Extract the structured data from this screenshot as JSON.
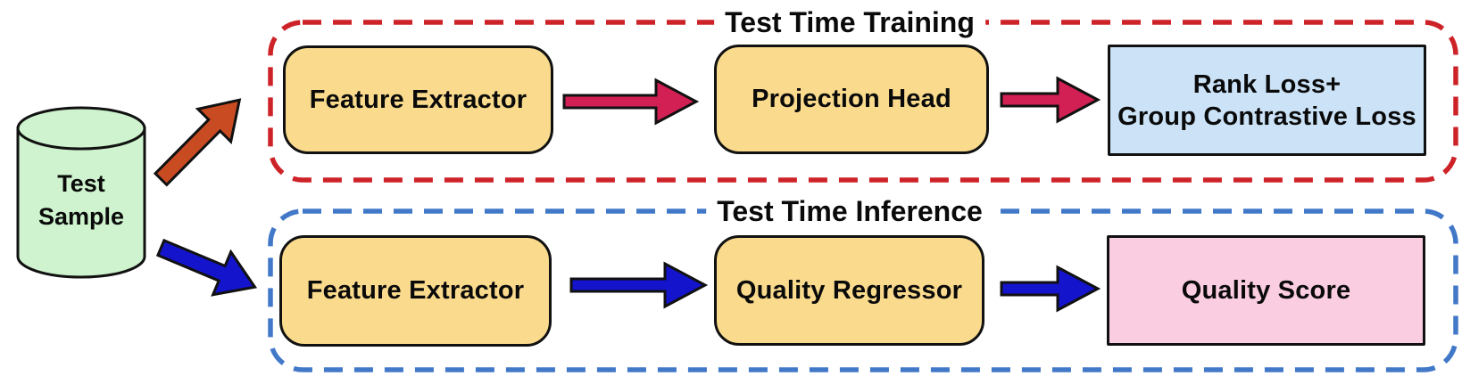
{
  "colors": {
    "box_yellow": "#FADB8D",
    "box_blue": "#CBE2F7",
    "box_pink": "#FACDE1",
    "cylinder_green": "#CEF3CE",
    "arrow_crimson": "#D22054",
    "arrow_blue": "#1414CD",
    "arrow_orange": "#C84B22",
    "border_red": "#CD2328",
    "border_blue": "#4178C8"
  },
  "diagram": {
    "source_label": "Test Sample",
    "training": {
      "title": "Test Time Training",
      "nodes": [
        {
          "label": "Feature Extractor"
        },
        {
          "label": "Projection Head"
        },
        {
          "label": "Rank Loss+\nGroup Contrastive Loss"
        }
      ]
    },
    "inference": {
      "title": "Test Time Inference",
      "nodes": [
        {
          "label": "Feature Extractor"
        },
        {
          "label": "Quality Regressor"
        },
        {
          "label": "Quality Score"
        }
      ]
    }
  }
}
